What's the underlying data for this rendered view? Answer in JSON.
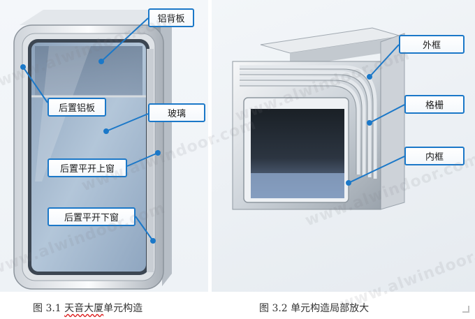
{
  "figure_left": {
    "labels": {
      "aluminum_back_panel": "铝背板",
      "rear_aluminum_panel": "后置铝板",
      "glass": "玻璃",
      "rear_casement_upper": "后置平开上窗",
      "rear_casement_lower": "后置平开下窗"
    },
    "caption": {
      "fig_no": "图 3.1 ",
      "title_underlined": "天音大厦",
      "title_rest": "单元构造"
    }
  },
  "figure_right": {
    "labels": {
      "outer_frame": "外框",
      "grille": "格栅",
      "inner_frame": "内框"
    },
    "caption": {
      "fig_no": "图 3.2 ",
      "title": "单元构造局部放大"
    }
  },
  "watermark": "www.alwindoor.com",
  "colors": {
    "callout_border": "#1b78c8",
    "leader_line": "#1b78c8",
    "glass": "#9fb4cc"
  }
}
